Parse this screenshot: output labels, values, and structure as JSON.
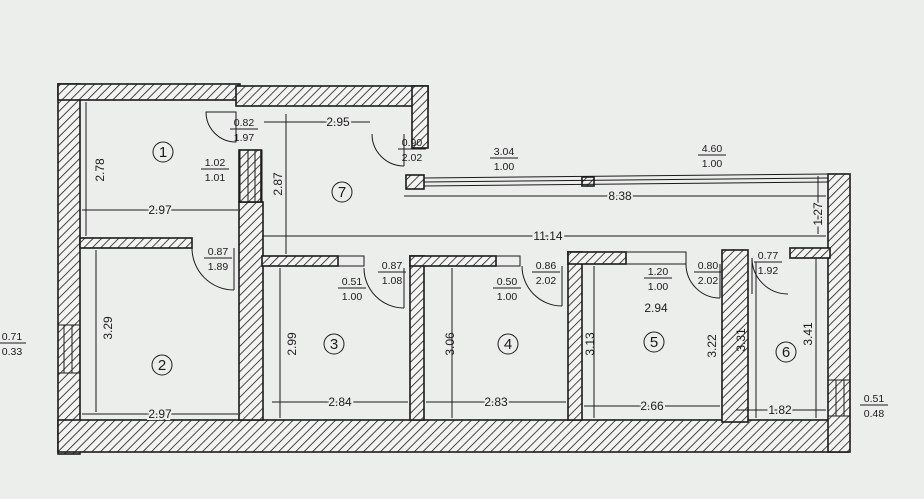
{
  "rooms": [
    {
      "id": "room-1",
      "number": "1"
    },
    {
      "id": "room-2",
      "number": "2"
    },
    {
      "id": "room-3",
      "number": "3"
    },
    {
      "id": "room-4",
      "number": "4"
    },
    {
      "id": "room-5",
      "number": "5"
    },
    {
      "id": "room-6",
      "number": "6"
    },
    {
      "id": "room-7",
      "number": "7"
    }
  ],
  "dimensions": {
    "r1_width": "2.97",
    "r1_height": "2.78",
    "r2_width": "2.97",
    "r2_height": "3.29",
    "r3_width": "2.84",
    "r3_height": "2.99",
    "r4_width": "2.83",
    "r4_height": "3.06",
    "r5_width": "2.66",
    "r5_height": "3.13",
    "r5_top": "2.94",
    "r6_width": "1.82",
    "r6_height": "3.41",
    "r6_wall_left": "3.22",
    "r6_wall_right": "3.31",
    "r7_width": "2.95",
    "r7_height": "2.87",
    "corridor_length": "11.14",
    "balcony_length": "8.38",
    "right_end": "1.27"
  },
  "openings": [
    {
      "top": "0.82",
      "bottom": "1.97"
    },
    {
      "top": "1.02",
      "bottom": "1.01"
    },
    {
      "top": "0.90",
      "bottom": "2.02"
    },
    {
      "top": "3.04",
      "bottom": "1.00"
    },
    {
      "top": "4.60",
      "bottom": "1.00"
    },
    {
      "top": "0.87",
      "bottom": "1.89"
    },
    {
      "top": "0.51",
      "bottom": "1.00"
    },
    {
      "top": "0.87",
      "bottom": "1.08"
    },
    {
      "top": "0.50",
      "bottom": "1.00"
    },
    {
      "top": "0.86",
      "bottom": "2.02"
    },
    {
      "top": "1.20",
      "bottom": "1.00"
    },
    {
      "top": "0.80",
      "bottom": "2.02"
    },
    {
      "top": "0.77",
      "bottom": "1.92"
    },
    {
      "top": "0.71",
      "bottom": "0.33"
    },
    {
      "top": "0.51",
      "bottom": "0.48"
    }
  ]
}
